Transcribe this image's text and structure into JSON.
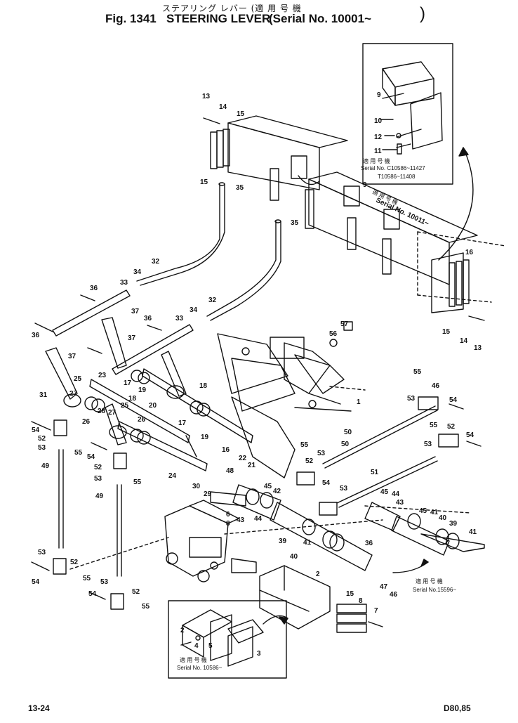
{
  "header": {
    "jp_caption": "ステアリング レバー (適 用 号 機",
    "figure": "Fig. 1341",
    "title": "STEERING LEVER",
    "serial": "(Serial No. 10001~",
    "closing": ")"
  },
  "inset_labels": {
    "top_right": {
      "jp": "適 用 号 機",
      "l1": "Serial No. C10586~11427",
      "l2": "T10586~11408"
    },
    "frame_serial": {
      "jp": "適 用 号 機",
      "text": "Serial No. 10011~"
    },
    "right_mid": {
      "jp": "適 用 号 機",
      "text": "Serial No.15596~"
    },
    "bottom": {
      "jp": "適 用 号 機",
      "text": "Serial No. 10586~"
    }
  },
  "part_numbers": [
    "13",
    "14",
    "15",
    "15",
    "35",
    "35",
    "32",
    "34",
    "33",
    "36",
    "37",
    "36",
    "37",
    "34",
    "33",
    "32",
    "36",
    "37",
    "56",
    "57",
    "9",
    "9",
    "10",
    "12",
    "11",
    "15",
    "14",
    "13",
    "16",
    "17",
    "18",
    "19",
    "20",
    "18",
    "17",
    "19",
    "16",
    "21",
    "22",
    "23",
    "25",
    "31",
    "27",
    "26",
    "28",
    "26",
    "27",
    "25",
    "24",
    "30",
    "29",
    "55",
    "46",
    "53",
    "54",
    "55",
    "52",
    "54",
    "53",
    "50",
    "50",
    "51",
    "55",
    "53",
    "54",
    "52",
    "53",
    "45",
    "42",
    "43",
    "44",
    "39",
    "40",
    "41",
    "45",
    "44",
    "43",
    "45",
    "41",
    "40",
    "39",
    "41",
    "36",
    "47",
    "46",
    "48",
    "6",
    "8",
    "54",
    "52",
    "53",
    "49",
    "55",
    "54",
    "52",
    "53",
    "49",
    "55",
    "53",
    "52",
    "54",
    "55",
    "53",
    "52",
    "54",
    "55",
    "2",
    "15",
    "8",
    "7",
    "2",
    "4",
    "5",
    "3",
    "1"
  ],
  "footer": {
    "page": "13-24",
    "models": "D80,85"
  }
}
